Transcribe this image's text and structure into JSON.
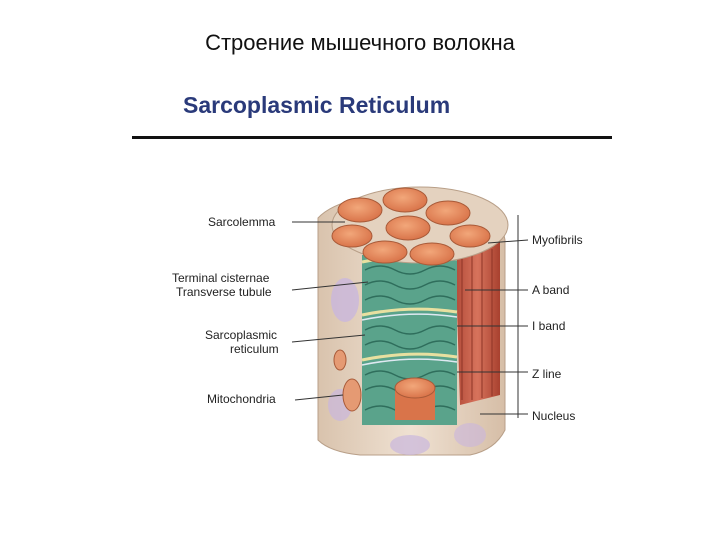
{
  "slide": {
    "title": "Строение мышечного волокна"
  },
  "figure": {
    "title": "Sarcoplasmic Reticulum",
    "labels_left": {
      "sarcolemma": "Sarcolemma",
      "terminal_cisternae": "Terminal cisternae",
      "transverse_tubule": "Transverse tubule",
      "sarcoplasmic_1": "Sarcoplasmic",
      "sarcoplasmic_2": "reticulum",
      "mitochondria": "Mitochondria"
    },
    "labels_right": {
      "myofibrils": "Myofibrils",
      "a_band": "A band",
      "i_band": "I band",
      "z_line": "Z line",
      "nucleus": "Nucleus"
    }
  },
  "colors": {
    "title_blue": "#2a3a7a",
    "fibril_orange": "#e0895a",
    "sr_green": "#3e8f78",
    "muscle_red": "#c65a46",
    "membrane_tan": "#e9d7c4",
    "nucleus_lilac": "#b7a5cf"
  }
}
